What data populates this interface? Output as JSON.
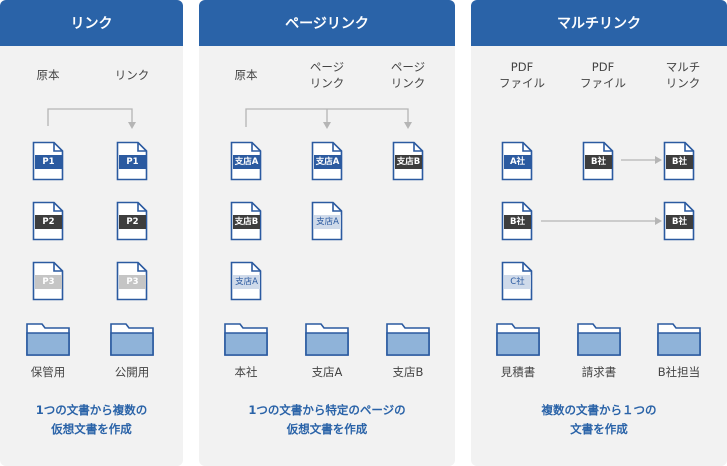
{
  "panels": [
    {
      "title": "リンク",
      "columns": [
        "原本",
        "リンク"
      ],
      "docs": [
        [
          "P1",
          "P1"
        ],
        [
          "P2",
          "P2"
        ],
        [
          "P3",
          "P3"
        ]
      ],
      "folders": [
        "保管用",
        "公開用"
      ],
      "caption": "1つの文書から複数の\n仮想文書を作成"
    },
    {
      "title": "ページリンク",
      "columns": [
        "原本",
        "ページ\nリンク",
        "ページ\nリンク"
      ],
      "docs": [
        [
          "支店A",
          "支店A",
          "支店B"
        ],
        [
          "支店B",
          "支店A"
        ],
        [
          "支店A"
        ]
      ],
      "folders": [
        "本社",
        "支店A",
        "支店B"
      ],
      "caption": "1つの文書から特定のページの\n仮想文書を作成"
    },
    {
      "title": "マルチリンク",
      "columns": [
        "PDF\nファイル",
        "PDF\nファイル",
        "マルチ\nリンク"
      ],
      "docs": {
        "a": "A社",
        "b_src": "B社",
        "b_link1": "B社",
        "b_src2": "B社",
        "b_link2": "B社",
        "c": "C社"
      },
      "folders": [
        "見積書",
        "請求書",
        "B社担当"
      ],
      "caption": "複数の文書から１つの\n文書を作成"
    }
  ],
  "colors": {
    "header": "#2a63a8",
    "panel": "#f2f2f2",
    "doc_blue": "#2b5aa0",
    "doc_dark": "#3d3d3d",
    "doc_light": "#c5c5c5",
    "folder": "#8fb3d9",
    "connector": "#b5b5b5"
  },
  "icons": [
    "document-icon",
    "folder-icon",
    "arrow-icon"
  ]
}
